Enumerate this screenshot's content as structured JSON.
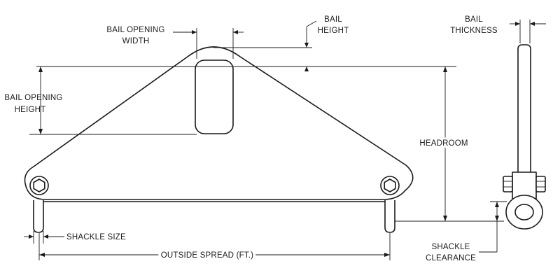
{
  "labels": {
    "bail_opening_width": [
      "BAIL OPENING",
      "WIDTH"
    ],
    "bail_height": [
      "BAIL",
      "HEIGHT"
    ],
    "bail_thickness": [
      "BAIL",
      "THICKNESS"
    ],
    "bail_opening_height": [
      "BAIL OPENING",
      "HEIGHT"
    ],
    "headroom": "HEADROOM",
    "shackle_size": "SHACKLE SIZE",
    "outside_spread": "OUTSIDE SPREAD (FT.)",
    "shackle_clearance": [
      "SHACKLE",
      "CLEARANCE"
    ]
  },
  "colors": {
    "line": "#1a1a1a",
    "background": "#ffffff"
  }
}
